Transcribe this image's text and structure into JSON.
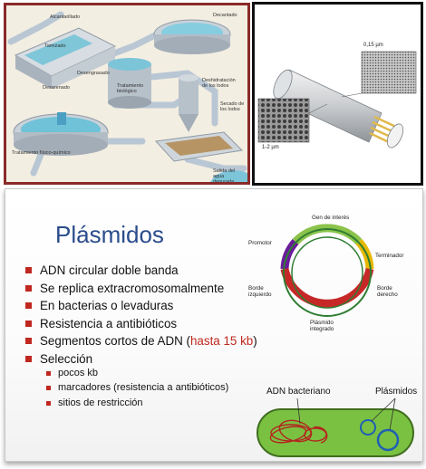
{
  "plant": {
    "labels": {
      "alcantarillado": "Alcantarillado",
      "decantado": "Decantado",
      "tamizado": "Tamizado",
      "desengrasado": "Desengrasado",
      "desarenado": "Desarenado",
      "tratamiento_biologico": "Tratamiento biológico",
      "deshidratacion": "Deshidratación de los lodos",
      "secado": "Secado de los lodos",
      "fisico_quimico": "Tratamiento físico-químico",
      "salida": "Salida del agua depurada"
    }
  },
  "fiber": {
    "scale_top": "0,15 µm",
    "scale_bottom": "1-2 µm"
  },
  "slide": {
    "title": "Plásmidos",
    "bullets": [
      {
        "text": "ADN circular doble banda"
      },
      {
        "text": "Se replica extracromosomalmente"
      },
      {
        "text": "En bacterias o levaduras"
      },
      {
        "text": "Resistencia a antibióticos"
      },
      {
        "text": "Segmentos cortos de ADN (",
        "highlight": "hasta 15 kb",
        "suffix": ")"
      },
      {
        "text": "Selección"
      }
    ],
    "sub_bullets": [
      "pocos kb",
      "marcadores (resistencia a antibióticos)",
      "sitios de restricción"
    ],
    "plasmid": {
      "gen_de_interes": "Gen de interés",
      "promotor": "Promotor",
      "terminador": "Terminador",
      "borde_izquierdo": "Borde izquierdo",
      "borde_derecho": "Borde derecho",
      "plasmido_integrado": "Plásmido integrado"
    },
    "bacterium": {
      "adn_label": "ADN bacteriano",
      "plasmidos_label": "Plásmidos"
    }
  },
  "colors": {
    "title_blue": "#2a4c8c",
    "bullet_red": "#c0271f",
    "bacterium_green": "#7ac142",
    "plasmid_ring": [
      "#2e7d32",
      "#c62828",
      "#6a1b9a",
      "#8bc34a",
      "#e6b800"
    ]
  }
}
